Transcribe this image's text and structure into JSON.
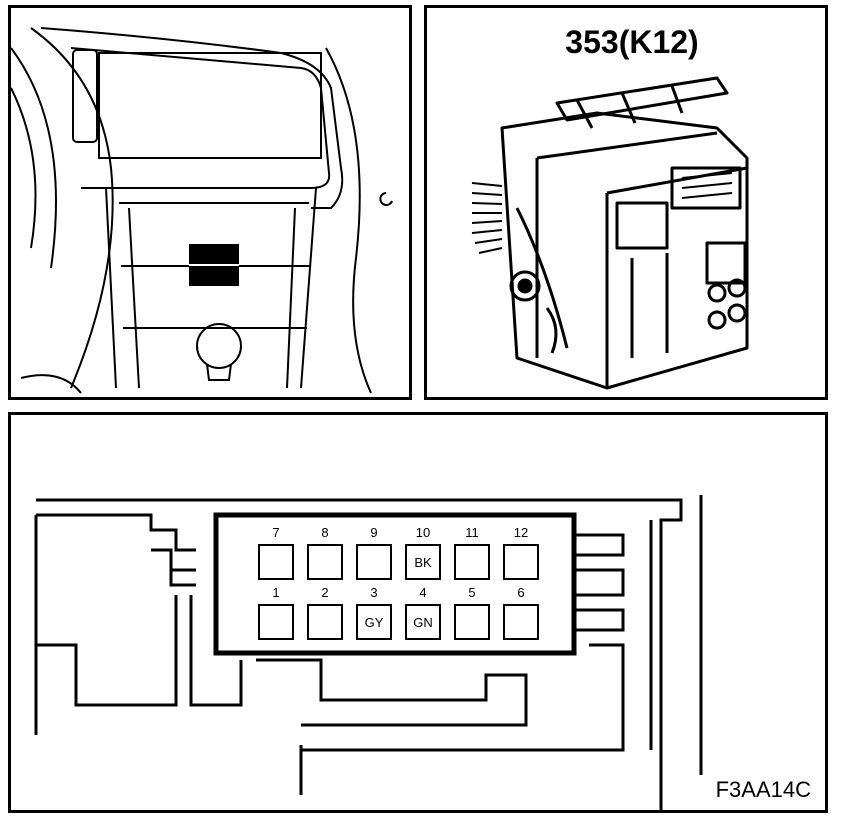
{
  "component_label": "353(K12)",
  "figure_code": "F3AA14C",
  "connector": {
    "top_row": [
      {
        "pin": "7",
        "wire": ""
      },
      {
        "pin": "8",
        "wire": ""
      },
      {
        "pin": "9",
        "wire": ""
      },
      {
        "pin": "10",
        "wire": "BK"
      },
      {
        "pin": "11",
        "wire": ""
      },
      {
        "pin": "12",
        "wire": ""
      }
    ],
    "bottom_row": [
      {
        "pin": "1",
        "wire": ""
      },
      {
        "pin": "2",
        "wire": ""
      },
      {
        "pin": "3",
        "wire": "GY"
      },
      {
        "pin": "4",
        "wire": "GN"
      },
      {
        "pin": "5",
        "wire": ""
      },
      {
        "pin": "6",
        "wire": ""
      }
    ]
  }
}
